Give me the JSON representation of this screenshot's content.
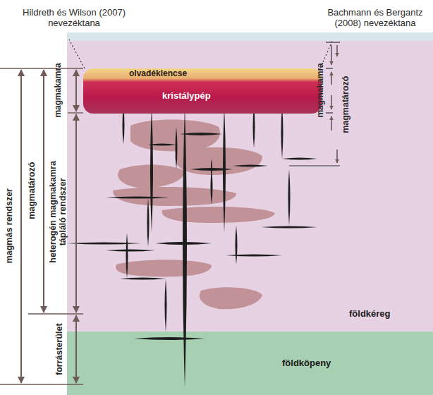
{
  "diagram": {
    "nodes": [
      {
        "text": [
          "földkéreg"
        ]
      },
      {
        "text": [
          "olvadéklencse"
        ],
        "in": 0
      },
      {
        "text": [
          "kristálypép"
        ],
        "in": 0
      },
      {
        "text": [
          "földköpeny"
        ]
      }
    ],
    "labels": [
      "Hildreth és Wilson (2007) nevezéktana",
      "Bachmann és Bergantz (2008) nevezéktana",
      "magmakamra",
      "magmatározó",
      "magmás rendszer",
      "heterogén magmakamra tápláló rendszer",
      "forrásterület",
      "magmakamra",
      "magmatározó"
    ]
  }
}
